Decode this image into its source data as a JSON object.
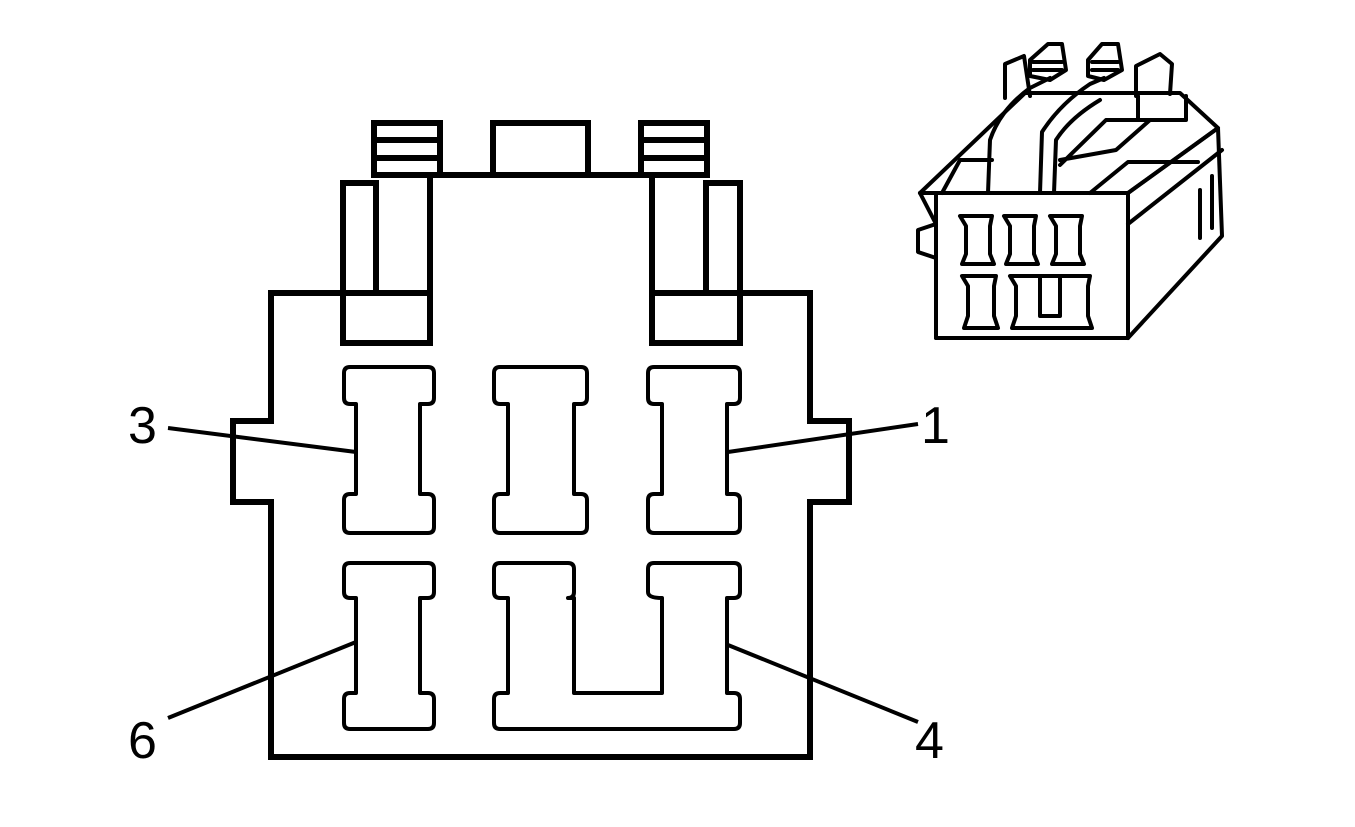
{
  "pin_labels": {
    "pin_3": "3",
    "pin_1": "1",
    "pin_6": "6",
    "pin_4": "4"
  },
  "colors": {
    "line": "#000000",
    "background": "#ffffff"
  }
}
